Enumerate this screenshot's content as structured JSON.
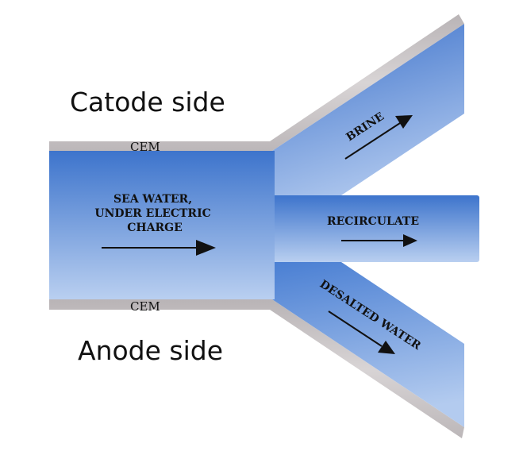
{
  "labels": {
    "catode_side": "Catode side",
    "anode_side": "Anode side",
    "cem_top": "CEM",
    "cem_bottom": "CEM"
  },
  "flows": {
    "inlet": [
      "SEA WATER,",
      "UNDER ELECTRIC",
      "CHARGE"
    ],
    "brine": "BRINE",
    "recirculate": "RECIRCULATE",
    "desalted": "DESALTED WATER"
  },
  "colors": {
    "water_dark": "#3d74cc",
    "water_light": "#b9cff0",
    "membrane": "#c9c4c6",
    "arrow": "#111111"
  }
}
